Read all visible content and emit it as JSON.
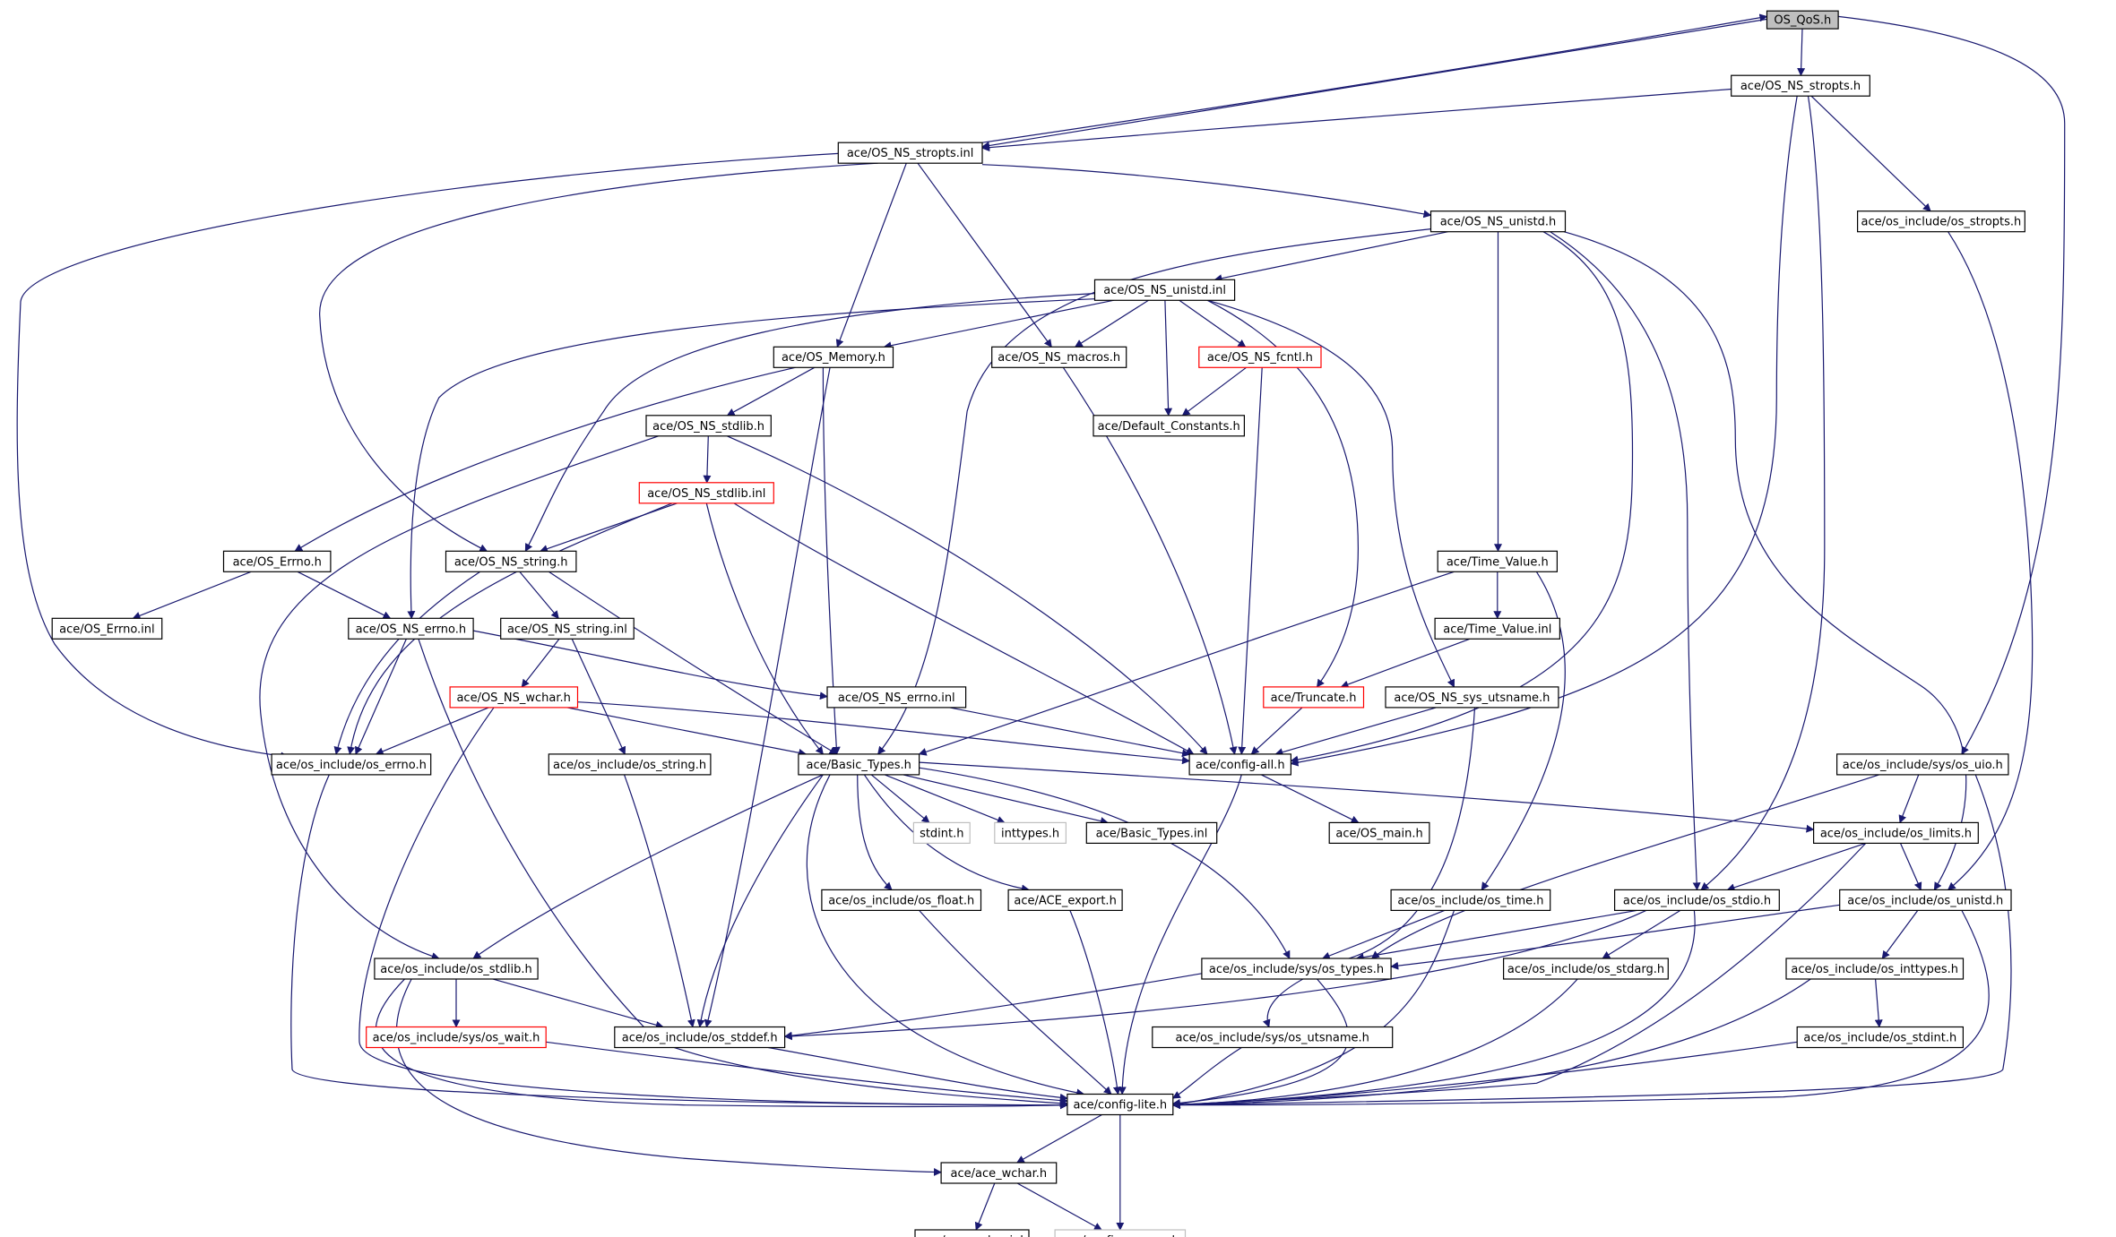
{
  "colors": {
    "edge": "#191970",
    "box": "#000000",
    "box_truncated": "#ff0000",
    "box_external": "#bfbfbf",
    "root_fill": "#bfbfbf",
    "background": "#ffffff"
  },
  "nodes": {
    "n1": "OS_QoS.h",
    "n2": "ace/OS_NS_stropts.h",
    "n3": "ace/OS_NS_stropts.inl",
    "n4": "ace/OS_NS_unistd.h",
    "n5": "ace/os_include/os_stropts.h",
    "n6": "ace/OS_NS_unistd.inl",
    "n7": "ace/OS_Memory.h",
    "n8": "ace/OS_NS_macros.h",
    "n9": "ace/OS_NS_fcntl.h",
    "n10": "ace/OS_NS_stdlib.h",
    "n11": "ace/Default_Constants.h",
    "n12": "ace/OS_NS_stdlib.inl",
    "n13": "ace/OS_Errno.h",
    "n14": "ace/OS_NS_string.h",
    "n15": "ace/Time_Value.h",
    "n16": "ace/OS_Errno.inl",
    "n17": "ace/OS_NS_errno.h",
    "n18": "ace/OS_NS_string.inl",
    "n19": "ace/Time_Value.inl",
    "n20": "ace/OS_NS_wchar.h",
    "n21": "ace/OS_NS_errno.inl",
    "n22": "ace/Truncate.h",
    "n23": "ace/OS_NS_sys_utsname.h",
    "n24": "ace/os_include/os_errno.h",
    "n25": "ace/os_include/os_string.h",
    "n26": "ace/Basic_Types.h",
    "n27": "ace/config-all.h",
    "n28": "ace/os_include/sys/os_uio.h",
    "n29": "stdint.h",
    "n30": "inttypes.h",
    "n31": "ace/Basic_Types.inl",
    "n32": "ace/OS_main.h",
    "n33": "ace/os_include/os_limits.h",
    "n34": "ace/os_include/os_float.h",
    "n35": "ace/ACE_export.h",
    "n36": "ace/os_include/os_time.h",
    "n37": "ace/os_include/os_stdio.h",
    "n38": "ace/os_include/os_unistd.h",
    "n39": "ace/os_include/os_stdlib.h",
    "n40": "ace/os_include/sys/os_types.h",
    "n41": "ace/os_include/os_stdarg.h",
    "n42": "ace/os_include/os_inttypes.h",
    "n43": "ace/os_include/sys/os_wait.h",
    "n44": "ace/os_include/os_stddef.h",
    "n45": "ace/os_include/sys/os_utsname.h",
    "n46": "ace/os_include/os_stdint.h",
    "n47": "ace/config-lite.h",
    "n48": "ace/ace_wchar.h",
    "n49": "ace/ace_wchar.inl",
    "n50": "ace/config-macros.h"
  }
}
